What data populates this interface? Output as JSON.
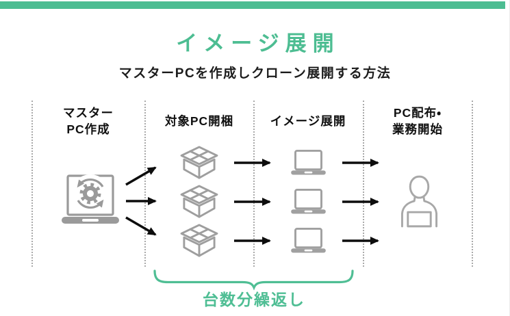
{
  "meta": {
    "accent_color": "#4dbd92",
    "icon_color": "#9e9e9e",
    "arrow_color": "#0d0d0d"
  },
  "header": {
    "title": "イメージ展開",
    "subtitle": "マスターPCを作成しクローン展開する方法"
  },
  "diagram": {
    "columns": [
      {
        "id": "master",
        "label": "マスター\nPC作成",
        "icon": "laptop-sync-gear-icon"
      },
      {
        "id": "unbox",
        "label": "対象PC開梱",
        "icon": "open-box-icon"
      },
      {
        "id": "deploy",
        "label": "イメージ展開",
        "icon": "laptop-icon"
      },
      {
        "id": "start",
        "label": "PC配布・\n業務開始",
        "icon": "person-icon"
      }
    ],
    "repeat_rows": 3
  },
  "footer": {
    "brace_label": "台数分繰返し"
  }
}
